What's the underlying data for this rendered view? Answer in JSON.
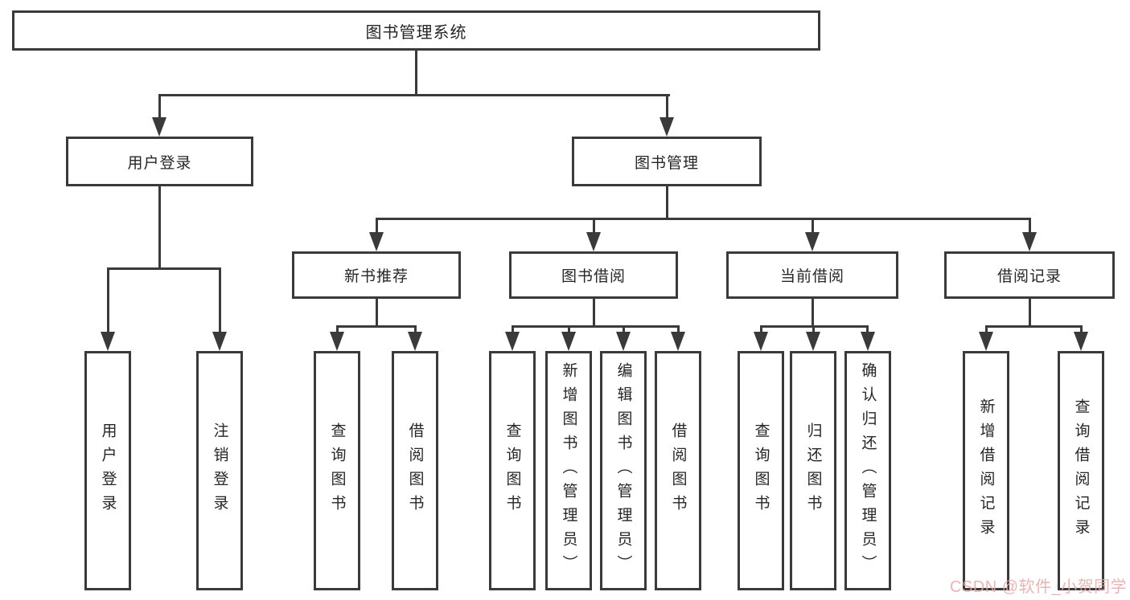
{
  "tree": {
    "root": "图书管理系统",
    "branches": [
      {
        "label": "用户登录",
        "children": [
          {
            "label": "用户登录"
          },
          {
            "label": "注销登录"
          }
        ]
      },
      {
        "label": "图书管理",
        "children": [
          {
            "label": "新书推荐",
            "children": [
              {
                "label": "查询图书"
              },
              {
                "label": "借阅图书"
              }
            ]
          },
          {
            "label": "图书借阅",
            "children": [
              {
                "label": "查询图书"
              },
              {
                "label": "新增图书（管理员）"
              },
              {
                "label": "编辑图书（管理员）"
              },
              {
                "label": "借阅图书"
              }
            ]
          },
          {
            "label": "当前借阅",
            "children": [
              {
                "label": "查询图书"
              },
              {
                "label": "归还图书"
              },
              {
                "label": "确认归还（管理员）"
              }
            ]
          },
          {
            "label": "借阅记录",
            "children": [
              {
                "label": "新增借阅记录"
              },
              {
                "label": "查询借阅记录"
              }
            ]
          }
        ]
      }
    ]
  },
  "watermark": {
    "text": "CSDN @软件_小贺同学",
    "color": "#e8a7a7"
  },
  "colors": {
    "line": "#3a3a3a",
    "text": "#262626",
    "background": "#ffffff"
  }
}
